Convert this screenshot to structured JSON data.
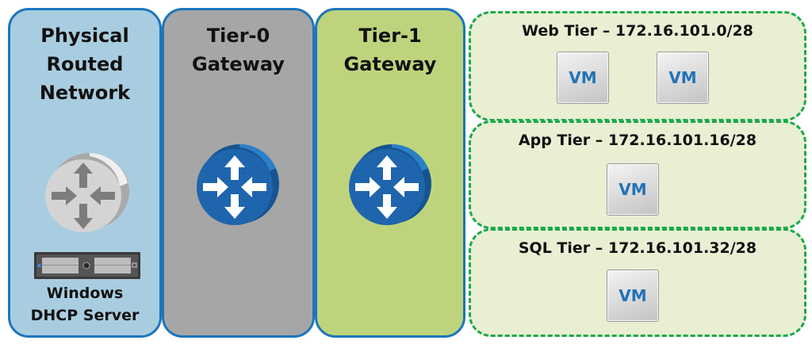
{
  "colors": {
    "panel_border": "#1c75bc",
    "physical_bg": "#a9cde0",
    "tier0_bg": "#a6a6a6",
    "tier1_bg": "#bed47c",
    "segment_bg": "#e8efd3",
    "segment_border": "#1aa94b",
    "router_blue": "#1f65ad",
    "router_gray": "#d2d2d2",
    "vm_text": "#2272b8"
  },
  "panels": {
    "physical": {
      "title_lines": [
        "Physical",
        "Routed",
        "Network"
      ],
      "router_icon": "router-icon",
      "server_icon": "rack-server-icon",
      "server_label_lines": [
        "Windows",
        "DHCP Server"
      ]
    },
    "tier0": {
      "title_lines": [
        "Tier-0",
        "Gateway"
      ],
      "router_icon": "router-icon"
    },
    "tier1": {
      "title_lines": [
        "Tier-1",
        "Gateway"
      ],
      "router_icon": "router-icon"
    }
  },
  "segments": [
    {
      "title": "Web Tier – 172.16.101.0/28",
      "vms": [
        "VM",
        "VM"
      ]
    },
    {
      "title": "App Tier – 172.16.101.16/28",
      "vms": [
        "VM"
      ]
    },
    {
      "title": "SQL Tier – 172.16.101.32/28",
      "vms": [
        "VM"
      ]
    }
  ]
}
